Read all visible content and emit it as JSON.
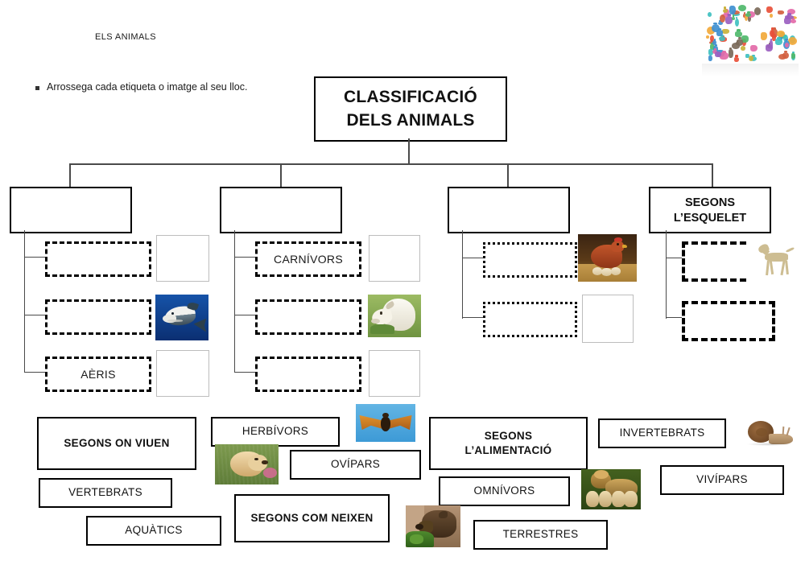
{
  "header": {
    "doc_title": "ELS ANIMALS",
    "instruction": "Arrossega cada etiqueta o imatge  al seu lloc.",
    "clipart_alt": "cartoon-animals-collage"
  },
  "title_box": {
    "line1": "CLASSIFICACIÓ",
    "line2": "DELS ANIMALS"
  },
  "categories": [
    {
      "id": "on-viuen",
      "line1": "",
      "line2": "",
      "filled": false
    },
    {
      "id": "alimentacio",
      "line1": "",
      "line2": "",
      "filled": false
    },
    {
      "id": "com-neixen",
      "line1": "",
      "line2": "",
      "filled": false
    },
    {
      "id": "esquelet",
      "line1": "SEGONS",
      "line2": "L’ESQUELET",
      "filled": true
    }
  ],
  "branches": {
    "on_viuen": {
      "slot_style": "dash-dot",
      "slots": [
        {
          "text": ""
        },
        {
          "text": ""
        },
        {
          "text": "AÈRIS"
        }
      ],
      "image_slots": [
        {
          "type": "empty"
        },
        {
          "type": "photo",
          "alt": "shark-photo"
        },
        {
          "type": "empty"
        }
      ]
    },
    "alimentacio": {
      "slot_style": "dash-dot",
      "slots": [
        {
          "text": "CARNÍVORS"
        },
        {
          "text": ""
        },
        {
          "text": ""
        }
      ],
      "image_slots": [
        {
          "type": "empty"
        },
        {
          "type": "photo",
          "alt": "goat-photo"
        },
        {
          "type": "empty"
        }
      ]
    },
    "com_neixen": {
      "slot_style": "dotted",
      "slots": [
        {
          "text": ""
        },
        {
          "text": ""
        }
      ],
      "image_slots": [
        {
          "type": "photo",
          "alt": "hen-on-eggs-photo"
        },
        {
          "type": "empty"
        }
      ]
    },
    "esquelet": {
      "slot_style": "big-dash",
      "slots": [
        {
          "text": ""
        },
        {
          "text": ""
        }
      ],
      "image_slots": [
        {
          "type": "photo",
          "alt": "animal-skeleton-photo"
        }
      ]
    }
  },
  "label_bank": [
    {
      "id": "segons-on-viuen",
      "line1": "SEGONS ON VIUEN",
      "line2": "",
      "bold": true
    },
    {
      "id": "vertebrats",
      "line1": "VERTEBRATS",
      "line2": "",
      "bold": false
    },
    {
      "id": "aquatics",
      "line1": "AQUÀTICS",
      "line2": "",
      "bold": false
    },
    {
      "id": "herbivors",
      "line1": "HERBÍVORS",
      "line2": "",
      "bold": false
    },
    {
      "id": "ovipars",
      "line1": "OVÍPARS",
      "line2": "",
      "bold": false
    },
    {
      "id": "segons-com-neixen",
      "line1": "SEGONS COM NEIXEN",
      "line2": "",
      "bold": true
    },
    {
      "id": "segons-alimentacio",
      "line1": "SEGONS",
      "line2": "L’ALIMENTACIÓ",
      "bold": true
    },
    {
      "id": "omnivors",
      "line1": "OMNÍVORS",
      "line2": "",
      "bold": false
    },
    {
      "id": "terrestres",
      "line1": "TERRESTRES",
      "line2": "",
      "bold": false
    },
    {
      "id": "invertebrats",
      "line1": "INVERTEBRATS",
      "line2": "",
      "bold": false
    },
    {
      "id": "vivipars",
      "line1": "VIVÍPARS",
      "line2": "",
      "bold": false
    }
  ],
  "bank_images": [
    {
      "id": "bat",
      "alt": "bat-flying-photo"
    },
    {
      "id": "dog",
      "alt": "small-dog-photo"
    },
    {
      "id": "boar",
      "alt": "wild-boar-photo"
    },
    {
      "id": "lions",
      "alt": "lioness-with-cubs-photo"
    },
    {
      "id": "snail",
      "alt": "snail-photo"
    }
  ],
  "colors": {
    "line": "#4a4a4a",
    "border": "#000000",
    "slot_border_gray": "#bdbdbd",
    "text": "#111111"
  }
}
